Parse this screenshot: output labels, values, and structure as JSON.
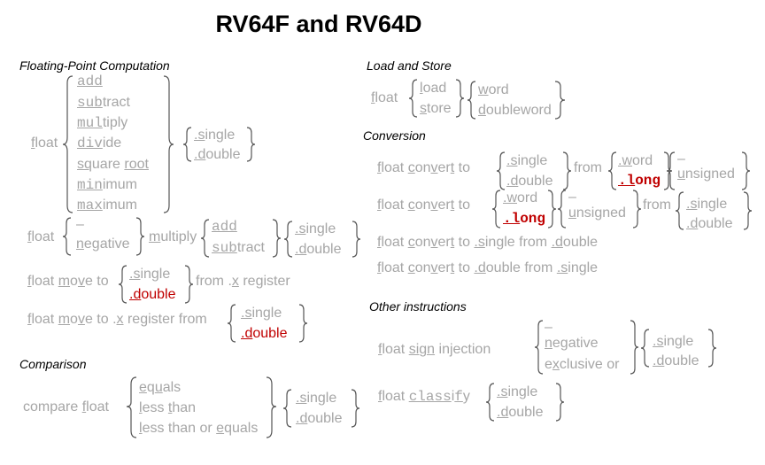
{
  "title": "RV64F and RV64D",
  "sections": {
    "fp_comp": "Floating-Point  Computation",
    "load_store": "Load and Store",
    "conversion": "Conversion",
    "other": "Other instructions",
    "comparison": "Comparison"
  },
  "fp_ops": {
    "float": "float",
    "ops": [
      {
        "u": "add",
        "r": ""
      },
      {
        "u": "sub",
        "r": "tract"
      },
      {
        "u": "mul",
        "r": "tiply"
      },
      {
        "u": "div",
        "r": "ide"
      },
      {
        "u": "sq",
        "r": "uare "
      },
      {
        "u": "min",
        "r": "imum"
      },
      {
        "u": "max",
        "r": "imum"
      }
    ],
    "root_u": "root",
    "sizes": [
      ".single",
      ".double"
    ]
  },
  "fused": {
    "float": "float",
    "neg_dash": "–",
    "neg": "negative",
    "multiply": "multiply",
    "add": "add",
    "subtract": "subtract",
    "sizes": [
      ".single",
      ".double"
    ]
  },
  "move_from": {
    "float": "float",
    "move": "move",
    "to": " to",
    "sizes": [
      ".single",
      ".double"
    ],
    "rest": "from .x register"
  },
  "move_to": {
    "float": "float",
    "move": "move",
    "to": " to .x register from",
    "sizes": [
      ".single",
      ".double"
    ]
  },
  "compare": {
    "compare": "compare float",
    "ops": [
      "equals",
      "less than",
      "less than or equals"
    ],
    "sizes": [
      ".single",
      ".double"
    ]
  },
  "load_store_row": {
    "float": "float",
    "ops": [
      "load",
      "store"
    ],
    "widths": [
      "word",
      "doubleword"
    ]
  },
  "conv1": {
    "prefix": "float convert to",
    "sizes": [
      ".single",
      ".double"
    ],
    "from": "from",
    "ints": [
      ".word",
      ".long"
    ],
    "sign": [
      "–",
      "unsigned"
    ]
  },
  "conv2": {
    "prefix": "float convert to",
    "ints": [
      ".word",
      ".long"
    ],
    "sign": [
      "–",
      "unsigned"
    ],
    "from": "from",
    "sizes": [
      ".single",
      ".double"
    ]
  },
  "conv3": "float convert to .single from .double",
  "conv4": "float convert to .double from .single",
  "sign_inj": {
    "prefix": "float sign injection",
    "ops": [
      "–",
      "negative",
      "exclusive or"
    ],
    "sizes": [
      ".single",
      ".double"
    ]
  },
  "classify": {
    "prefix": "float classify",
    "sizes": [
      ".single",
      ".double"
    ]
  }
}
